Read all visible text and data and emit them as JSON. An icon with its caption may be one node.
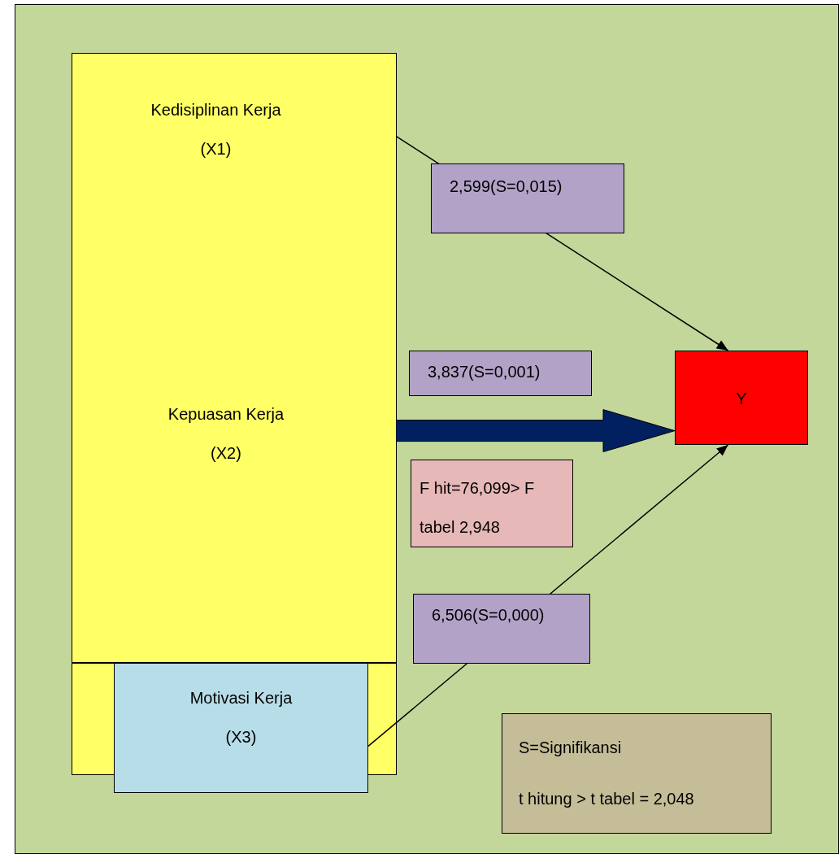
{
  "diagram": {
    "nodes": [
      {
        "text": [
          "Kedisiplinan Kerja (X1)"
        ]
      },
      {
        "text": [
          "Kepuasan Kerja (X2)"
        ]
      },
      {
        "text": [
          "Motivasi Kerja (X3)"
        ]
      },
      {
        "text": [
          "Y"
        ]
      },
      {
        "text": [
          "F hit=76,099> F tabel 2,948"
        ]
      },
      {
        "text": [
          "S=Signifikansi",
          "t hitung > t tabel = 2,048"
        ]
      }
    ],
    "edges": [
      {
        "from": 0,
        "to": 3,
        "arrow": "to",
        "label": "2,599(S=0,015)"
      },
      {
        "from": 1,
        "to": 3,
        "arrow": "to",
        "label": "3,837(S=0,001)",
        "style": "thick",
        "color": "#002060"
      },
      {
        "from": 2,
        "to": 3,
        "arrow": "to",
        "label": "6,506(S=0,000)"
      }
    ]
  }
}
